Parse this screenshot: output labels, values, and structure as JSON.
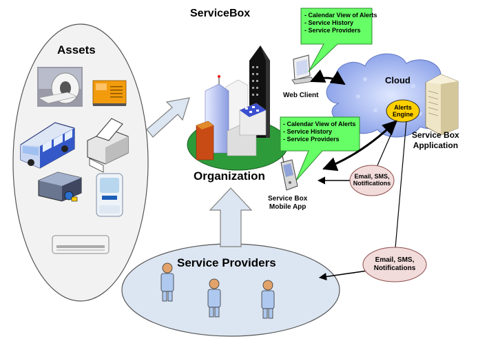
{
  "title": "ServiceBox",
  "assets": {
    "label": "Assets",
    "items": [
      "ct-scanner",
      "generator",
      "bus",
      "printer",
      "server-unit",
      "water-purifier",
      "air-conditioner"
    ]
  },
  "organization": {
    "label": "Organization"
  },
  "web_client": {
    "label": "Web Client",
    "callout": [
      "- Calendar View of Alerts",
      "- Service History",
      "- Service Providers"
    ]
  },
  "mobile_app": {
    "label_line1": "Service Box",
    "label_line2": "Mobile App",
    "callout": [
      "- Calendar View of Alerts",
      "- Service History",
      "- Service Providers"
    ]
  },
  "cloud": {
    "label": "Cloud",
    "alerts_engine_line1": "Alerts",
    "alerts_engine_line2": "Engine"
  },
  "application": {
    "label_line1": "Service Box",
    "label_line2": "Application"
  },
  "notify_small": {
    "line1": "Email, SMS,",
    "line2": "Notifications"
  },
  "notify_large": {
    "line1": "Email, SMS,",
    "line2": "Notifications"
  },
  "service_providers": {
    "label": "Service Providers"
  },
  "colors": {
    "callout_green": "#66ff66",
    "cloud_blue": "#9fb4ef",
    "alerts_yellow": "#ffd000",
    "pill_pink": "#f2dcdb",
    "provider_ellipse": "#dce6f2",
    "assets_ellipse": "#f2f2f2",
    "arrow_fill": "#dce6f2"
  }
}
